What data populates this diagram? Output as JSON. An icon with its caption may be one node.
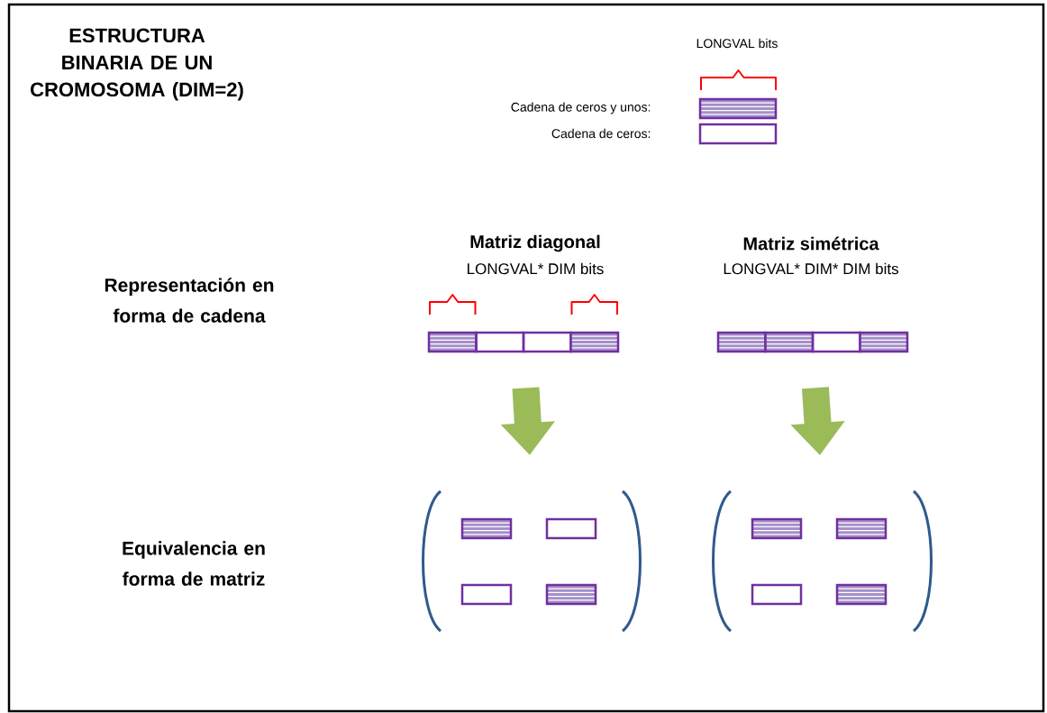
{
  "diagram": {
    "title": "ESTRUCTURA BINARIA DE UN CROMOSOMA (DIM=2)",
    "nodes": [
      {
        "text": [],
        "shape": "bar",
        "beside": [
          "Matriz diagonal",
          "LONGVAL* DIM bits"
        ]
      },
      {
        "text": [],
        "shape": "bar",
        "beside": [
          "Matriz simétrica",
          "LONGVAL* DIM* DIM bits"
        ]
      },
      {
        "text": [],
        "shape": "box"
      },
      {
        "text": [],
        "shape": "box"
      }
    ],
    "edges": [
      {
        "from": 0,
        "to": 2,
        "arrow": "to",
        "color": "#9bbb59"
      },
      {
        "from": 1,
        "to": 3,
        "arrow": "to",
        "color": "#9bbb59"
      }
    ],
    "labels": [
      "LONGVAL bits",
      "Representación en forma de cadena",
      "Equivalencia en forma de matriz"
    ],
    "legend": [
      {
        "text": "Cadena de ceros y unos:"
      },
      {
        "text": "Cadena de ceros:"
      }
    ]
  }
}
